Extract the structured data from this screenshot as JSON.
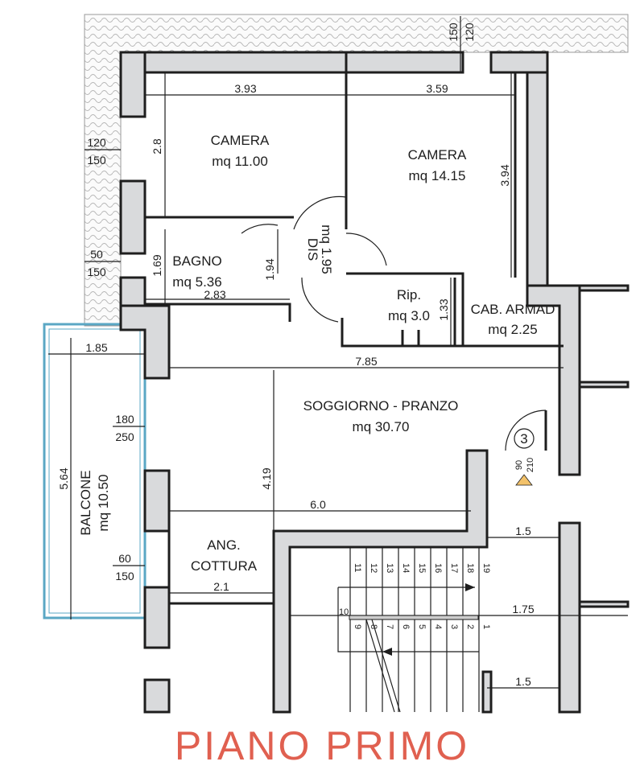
{
  "title": "PIANO PRIMO",
  "rooms": {
    "camera1": {
      "name": "CAMERA",
      "area": "mq  11.00"
    },
    "camera2": {
      "name": "CAMERA",
      "area": "mq  14.15"
    },
    "bagno": {
      "name": "BAGNO",
      "area": "mq  5.36"
    },
    "dis": {
      "name": "DIS",
      "area": "mq  1.95"
    },
    "rip": {
      "name": "Rip.",
      "area": "mq  3.0"
    },
    "cab": {
      "name": "CAB.  ARMAD",
      "area": "mq  2.25"
    },
    "soggiorno": {
      "name": "SOGGIORNO  -  PRANZO",
      "area": "mq  30.70"
    },
    "balcone": {
      "name": "BALCONE",
      "area": "mq  10.50"
    },
    "cottura": {
      "name": "ANG.",
      "name2": "COTTURA"
    }
  },
  "dims": [
    "3.93",
    "3.59",
    "2.8",
    "3.94",
    "1.69",
    "2.83",
    "1.94",
    "1.33",
    "1.85",
    "7.85",
    "5.64",
    "4.19",
    "6.0",
    "2.1",
    "1.5",
    "1.75",
    "1.5"
  ],
  "openings": [
    {
      "top": "120",
      "bottom": "150"
    },
    {
      "top": "120",
      "bottom": "150"
    },
    {
      "top": "50",
      "bottom": "150"
    },
    {
      "top": "180",
      "bottom": "250"
    },
    {
      "top": "60",
      "bottom": "150"
    }
  ],
  "door": {
    "number": "3",
    "top": "90",
    "bottom": "210"
  },
  "stairs": {
    "upper": [
      "11",
      "12",
      "13",
      "14",
      "15",
      "16",
      "17",
      "18",
      "19"
    ],
    "lower": [
      "9",
      "8",
      "7",
      "6",
      "5",
      "4",
      "3",
      "2",
      "1"
    ],
    "landing": "10"
  }
}
